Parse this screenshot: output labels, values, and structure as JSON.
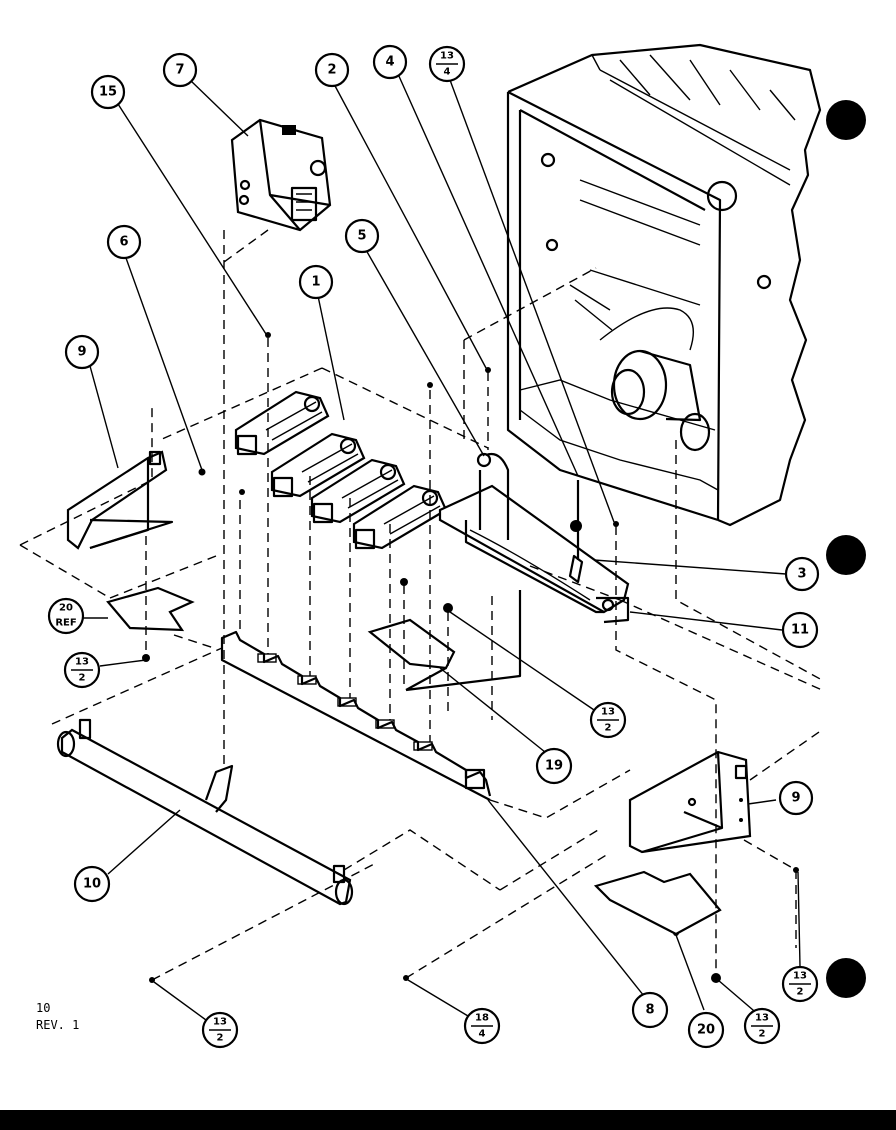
{
  "callouts": {
    "c1": "1",
    "c2": "2",
    "c3": "3",
    "c4": "4",
    "c5": "5",
    "c6": "6",
    "c7": "7",
    "c8": "8",
    "c9_left": "9",
    "c9_right": "9",
    "c10": "10",
    "c11": "11",
    "c15": "15",
    "c19": "19",
    "c20": "20",
    "c20_ref_num": "20",
    "c20_ref_txt": "REF"
  },
  "fractions": {
    "top_13_4": {
      "num": "13",
      "den": "4"
    },
    "left_13_2": {
      "num": "13",
      "den": "2"
    },
    "mid_13_2": {
      "num": "13",
      "den": "2"
    },
    "right_13_2": {
      "num": "13",
      "den": "2"
    },
    "bottom_right_13_2": {
      "num": "13",
      "den": "2"
    },
    "bottom_left_13_2": {
      "num": "13",
      "den": "2"
    },
    "bottom_mid_18_4": {
      "num": "18",
      "den": "4"
    }
  },
  "page_info": {
    "page_number": "10",
    "revision": "REV. 1"
  }
}
